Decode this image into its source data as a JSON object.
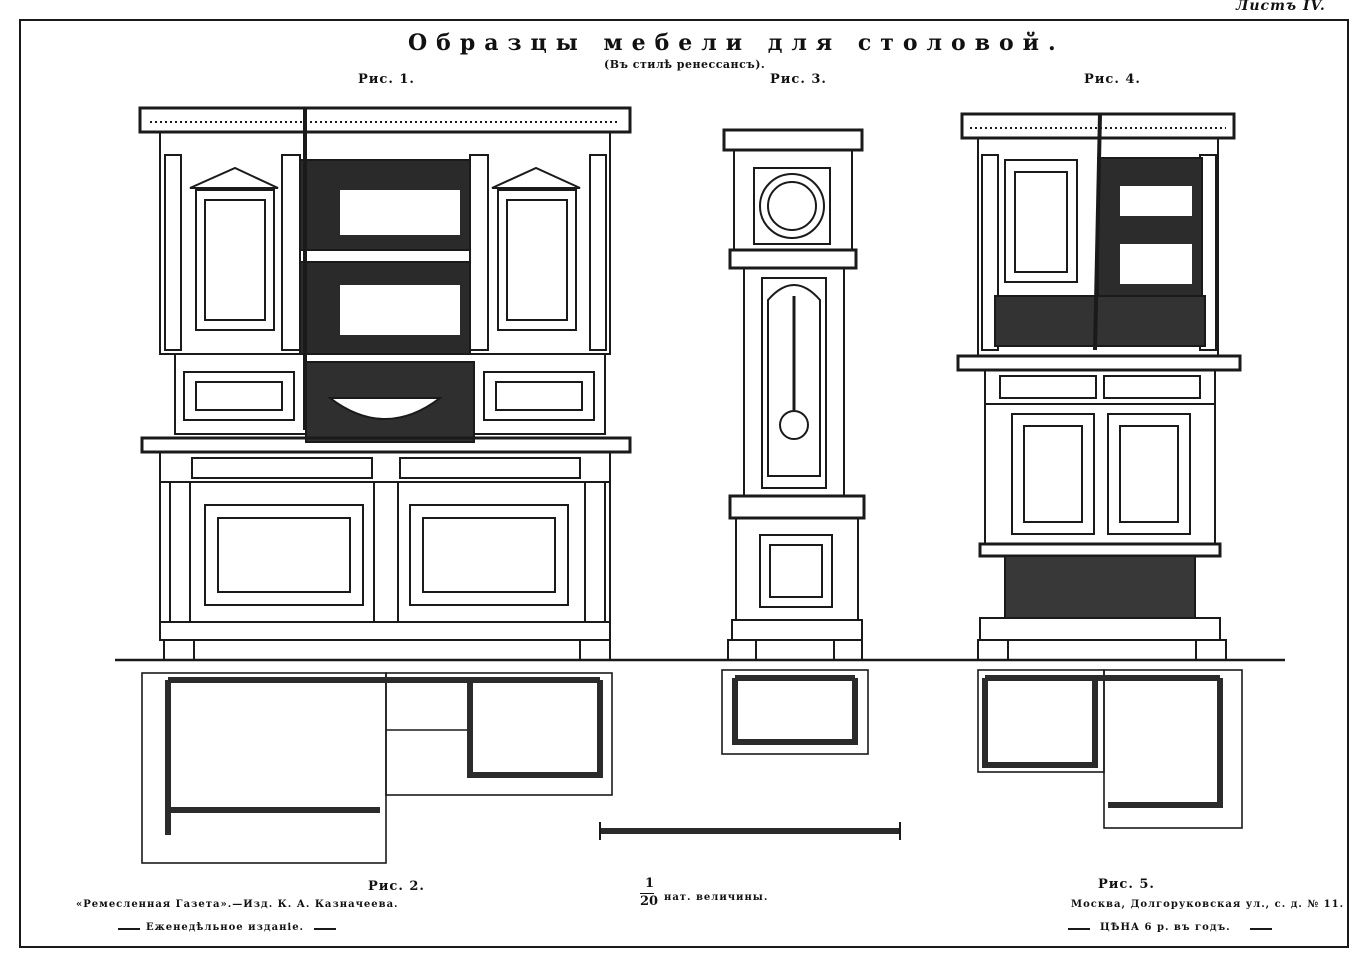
{
  "sheet_number": "Листъ IV.",
  "title": "Образцы мебели для столовой.",
  "subtitle": "(Въ стилѣ ренессансъ).",
  "figures": {
    "fig1": "Рис. 1.",
    "fig2": "Рис. 2.",
    "fig3": "Рис. 3.",
    "fig4": "Рис. 4.",
    "fig5": "Рис. 5."
  },
  "scale": {
    "numerator": "1",
    "denominator": "20",
    "label": "нат. величины."
  },
  "footer": {
    "publisher": "«Ремесленная Газета».—Изд. К. А. Казначеева.",
    "edition": "Еженедѣльное изданіе.",
    "address": "Москва, Долгоруковская ул., с. д. № 11.",
    "price": "ЦѢНА 6 р. въ годъ."
  }
}
